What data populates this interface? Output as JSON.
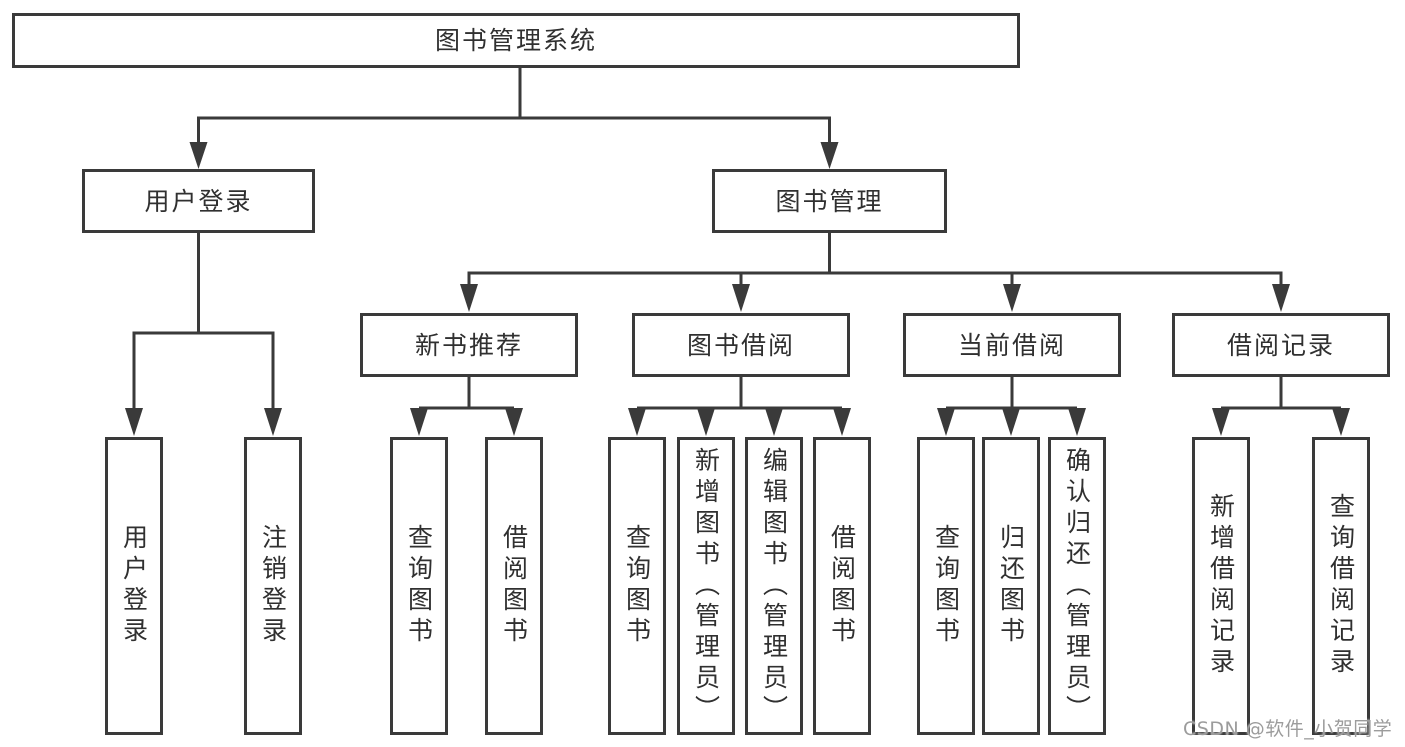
{
  "diagram": {
    "root": "图书管理系统",
    "level2": [
      "用户登录",
      "图书管理"
    ],
    "level3": [
      "新书推荐",
      "图书借阅",
      "当前借阅",
      "借阅记录"
    ],
    "leafGroups": {
      "userLogin": [
        "用户登录",
        "注销登录"
      ],
      "newBooks": [
        "查询图书",
        "借阅图书"
      ],
      "bookBorrow": [
        "查询图书",
        "新增图书（管理员）",
        "编辑图书（管理员）",
        "借阅图书"
      ],
      "currentBorrow": [
        "查询图书",
        "归还图书",
        "确认归还（管理员）"
      ],
      "borrowRecords": [
        "新增借阅记录",
        "查询借阅记录"
      ]
    }
  },
  "watermark": "CSDN @软件_小贺同学",
  "colors": {
    "line": "#3a3a3a",
    "text": "#303030",
    "watermark": "#9c9c9c",
    "background": "#ffffff"
  }
}
